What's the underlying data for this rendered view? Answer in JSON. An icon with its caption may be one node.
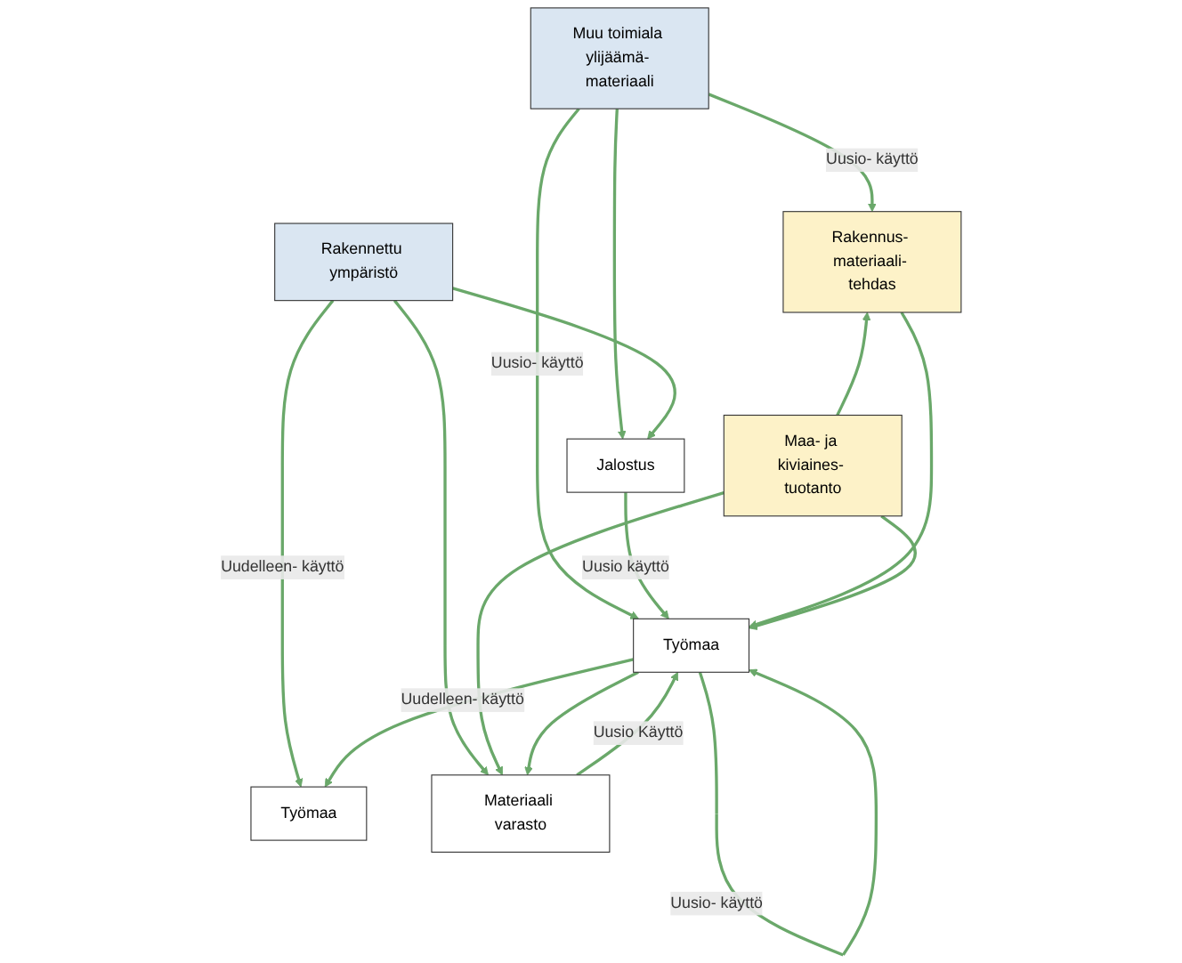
{
  "diagram": {
    "nodes": [
      {
        "text": [
          "Muu toimiala ylijäämä- materiaali"
        ]
      },
      {
        "text": [
          "Jalostus"
        ]
      },
      {
        "text": [
          "Rakennettu ympäristö"
        ]
      },
      {
        "text": [
          "Rakennus- materiaali- tehdas"
        ]
      },
      {
        "text": [
          "Työmaa"
        ]
      },
      {
        "text": [
          "Työmaa"
        ]
      },
      {
        "text": [
          "Maa- ja kiviaines- tuotanto"
        ]
      },
      {
        "text": [
          "Materiaali varasto"
        ]
      }
    ],
    "edges": [
      {
        "from": 0,
        "to": 1,
        "arrow": "to"
      },
      {
        "from": 2,
        "to": 1,
        "arrow": "to"
      },
      {
        "from": 0,
        "to": 3,
        "arrow": "to",
        "label": "Uusio- käyttö"
      },
      {
        "from": 0,
        "to": 4,
        "arrow": "to",
        "label": "Uusio- käyttö"
      },
      {
        "from": 1,
        "to": 4,
        "arrow": "to",
        "label": "Uusio käyttö"
      },
      {
        "from": 2,
        "to": 5,
        "arrow": "to",
        "label": "Uudelleen- käyttö"
      },
      {
        "from": 2,
        "to": 7,
        "arrow": "to"
      },
      {
        "from": 3,
        "to": 4,
        "arrow": "to"
      },
      {
        "from": 4,
        "to": 4,
        "arrow": "to",
        "label": "Uusio- käyttö"
      },
      {
        "from": 4,
        "to": 5,
        "arrow": "to",
        "label": "Uudelleen- käyttö"
      },
      {
        "from": 6,
        "to": 3,
        "arrow": "to"
      },
      {
        "from": 6,
        "to": 4,
        "arrow": "to"
      },
      {
        "from": 6,
        "to": 7,
        "arrow": "to"
      },
      {
        "from": 4,
        "to": 7,
        "arrow": "to"
      },
      {
        "from": 7,
        "to": 4,
        "arrow": "to",
        "label": "Uusio Käyttö"
      }
    ]
  }
}
